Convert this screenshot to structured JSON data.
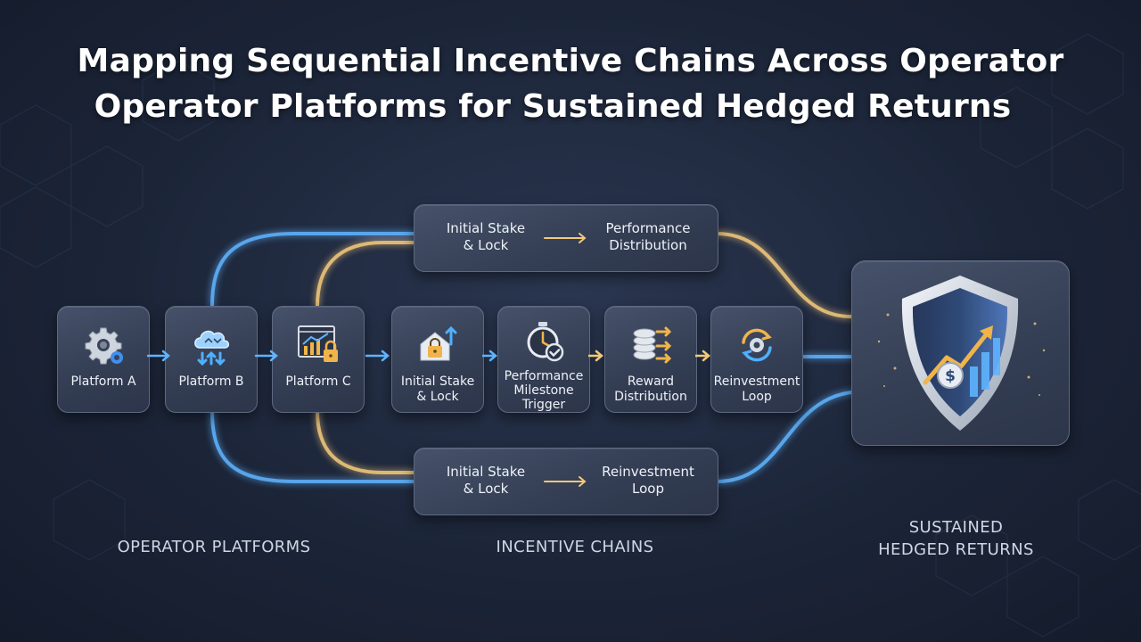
{
  "title": {
    "line1": "Mapping Sequential Incentive Chains Across Operator",
    "line2": "Operator Platforms for Sustained Hedged Returns"
  },
  "platforms": [
    {
      "label": "Platform A",
      "icon": "gear-icon"
    },
    {
      "label": "Platform B",
      "icon": "cloud-sync-icon"
    },
    {
      "label": "Platform C",
      "icon": "chart-lock-icon"
    }
  ],
  "chain_steps": [
    {
      "label": "Initial Stake\n& Lock",
      "icon": "lock-house-icon"
    },
    {
      "label": "Performance\nMilestone\nTrigger",
      "icon": "stopwatch-check-icon"
    },
    {
      "label": "Reward\nDistribution",
      "icon": "coin-stack-arrows-icon"
    },
    {
      "label": "Reinvestment\nLoop",
      "icon": "cycle-gear-icon"
    }
  ],
  "chain_top": {
    "left": "Initial Stake\n& Lock",
    "right": "Performance\nDistribution"
  },
  "chain_bottom": {
    "left": "Initial Stake\n& Lock",
    "right": "Reinvestment\nLoop"
  },
  "outcome": {
    "icon": "shield-growth-icon"
  },
  "sections": {
    "platforms": "OPERATOR PLATFORMS",
    "chains": "INCENTIVE CHAINS",
    "returns": "SUSTAINED\nHEDGED RETURNS"
  },
  "colors": {
    "blue_glow": "#5fb4ff",
    "gold_glow": "#f2c97a",
    "card_bg": "#3a4459",
    "background": "#1c2538"
  }
}
